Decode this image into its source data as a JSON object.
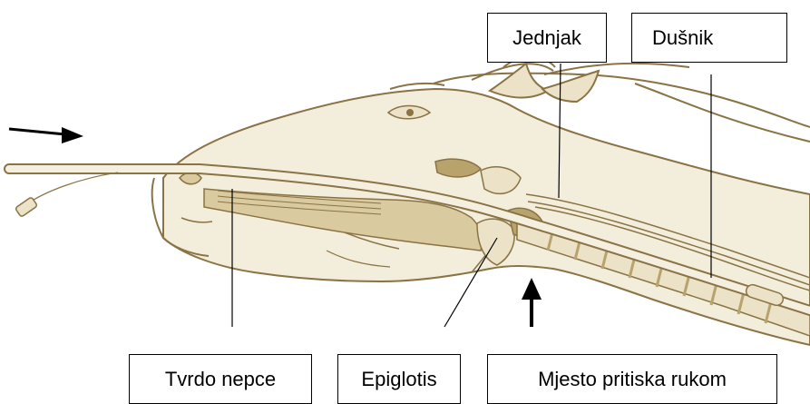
{
  "labels": {
    "jednjak": "Jednjak",
    "dusnik": "Dušnik",
    "tvrdo_nepce": "Tvrdo nepce",
    "epiglotis": "Epiglotis",
    "mjesto_pritiska": "Mjesto pritiska rukom"
  },
  "colors": {
    "outline": "#8a7344",
    "fill_light": "#ebe2c8",
    "fill_mid": "#d9ca9f",
    "fill_dark": "#b9a36c",
    "pointer": "#000000"
  }
}
